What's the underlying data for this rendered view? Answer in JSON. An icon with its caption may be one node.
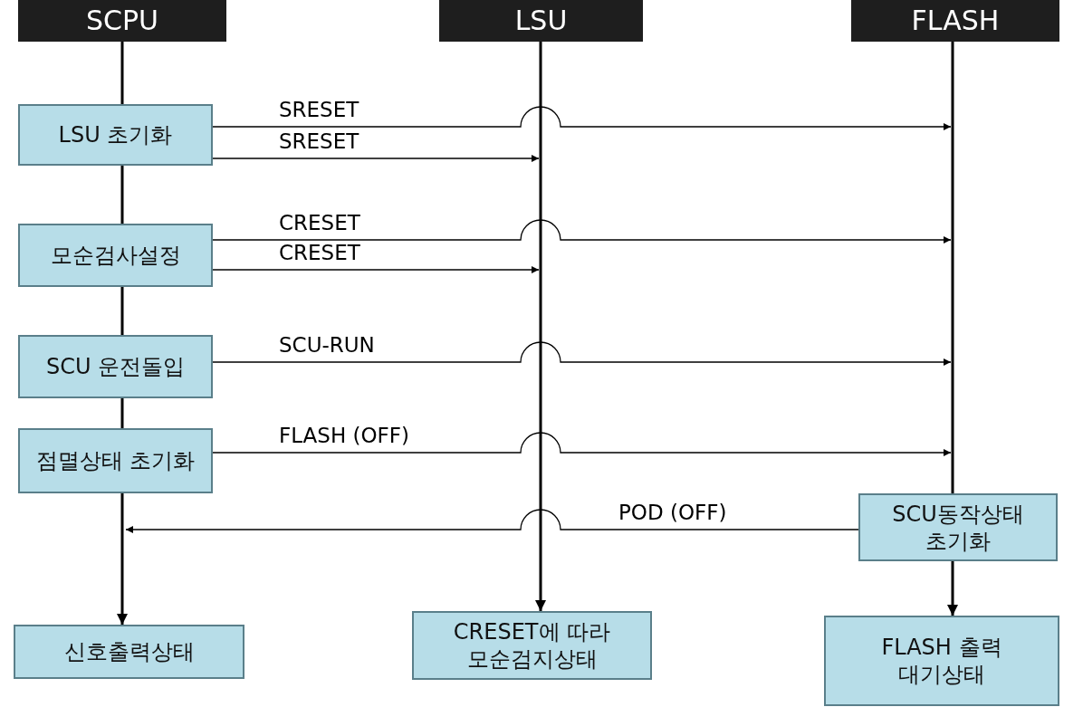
{
  "diagram": {
    "nodes": [
      {
        "text": [
          "SCPU"
        ]
      },
      {
        "text": [
          "LSU"
        ]
      },
      {
        "text": [
          "FLASH"
        ]
      },
      {
        "text": [
          "LSU 초기화"
        ]
      },
      {
        "text": [
          "모순검사설정"
        ]
      },
      {
        "text": [
          "SCU 운전돌입"
        ]
      },
      {
        "text": [
          "점멸상태 초기화"
        ]
      },
      {
        "text": [
          "SCU동작상태 초기화"
        ]
      },
      {
        "text": [
          "신호출력상태"
        ]
      },
      {
        "text": [
          "CRESET에 따라 모순검지상태"
        ]
      },
      {
        "text": [
          "FLASH 출력 대기상태"
        ]
      }
    ],
    "edges": [
      {
        "from": 0,
        "to": 3,
        "arrow": "none"
      },
      {
        "from": 3,
        "to": 4,
        "arrow": "none"
      },
      {
        "from": 4,
        "to": 5,
        "arrow": "none"
      },
      {
        "from": 5,
        "to": 6,
        "arrow": "none"
      },
      {
        "from": 6,
        "to": 8,
        "arrow": "to"
      },
      {
        "from": 1,
        "to": 9,
        "arrow": "to"
      },
      {
        "from": 2,
        "to": 7,
        "arrow": "none"
      },
      {
        "from": 7,
        "to": 10,
        "arrow": "to"
      },
      {
        "from": 3,
        "to": null,
        "arrow": "to",
        "label": "SRESET"
      },
      {
        "from": 3,
        "to": null,
        "arrow": "to",
        "label": "SRESET"
      },
      {
        "from": 4,
        "to": null,
        "arrow": "to",
        "label": "CRESET"
      },
      {
        "from": 4,
        "to": null,
        "arrow": "to",
        "label": "CRESET"
      },
      {
        "from": 5,
        "to": null,
        "arrow": "to",
        "label": "SCU-RUN"
      },
      {
        "from": 6,
        "to": null,
        "arrow": "to",
        "label": "FLASH (OFF)"
      },
      {
        "from": 7,
        "to": null,
        "arrow": "to",
        "label": "POD (OFF)"
      }
    ]
  }
}
